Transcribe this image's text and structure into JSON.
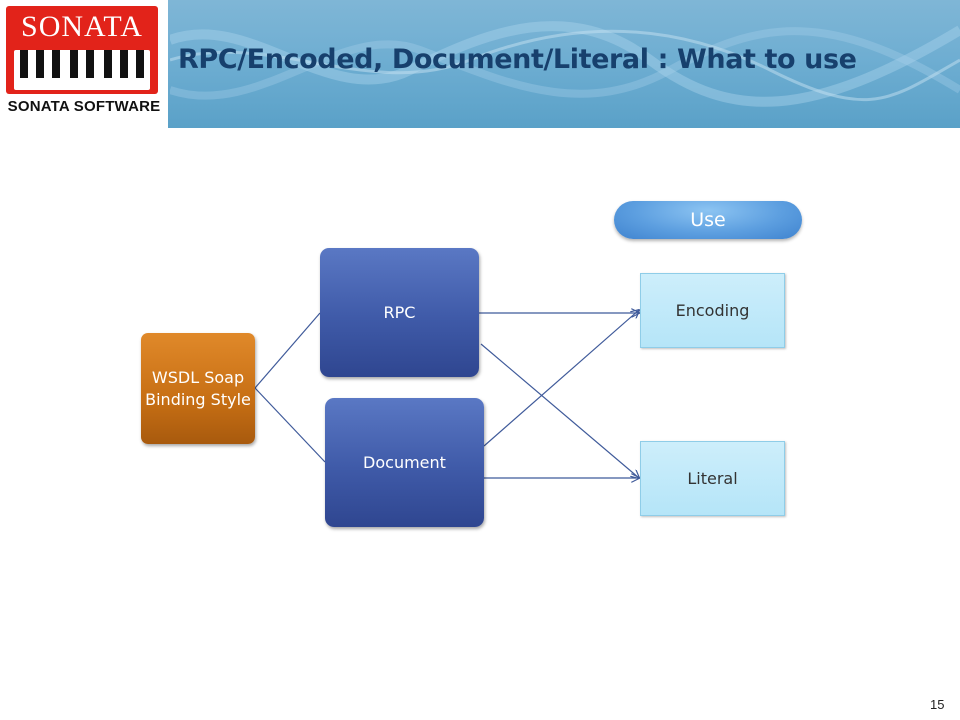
{
  "header": {
    "logo": {
      "name": "SONATA",
      "subtitle": "SONATA SOFTWARE"
    },
    "title": "RPC/Encoded, Document/Literal : What to use"
  },
  "diagram": {
    "root": "WSDL Soap Binding Style",
    "styles": [
      "RPC",
      "Document"
    ],
    "use_label": "Use",
    "uses": [
      "Encoding",
      "Literal"
    ]
  },
  "page_number": "15",
  "colors": {
    "title": "#17406d",
    "logo_red": "#e2231a",
    "root_box": "#c76f14",
    "style_box": "#3f5aa8",
    "use_box": "#b5e5f8",
    "use_pill": "#5d9fe0",
    "connector": "#3f5a9a"
  }
}
